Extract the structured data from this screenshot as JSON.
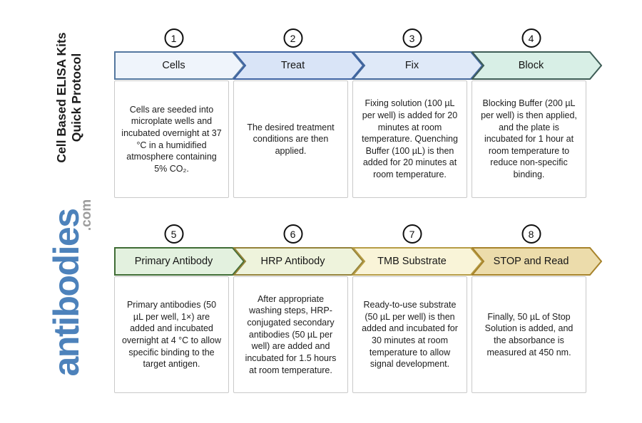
{
  "page": {
    "title_line1": "Cell Based ELISA Kits",
    "title_line2": "Quick Protocol"
  },
  "brand": {
    "name": "antibodies",
    "tld": ".com",
    "name_color": "#4d82bb",
    "tld_color": "#9c9c9c"
  },
  "steps": [
    {
      "number": "1",
      "label": "Cells",
      "description": "Cells are seeded into microplate wells and incubated overnight at 37 °C in a humidified atmosphere containing 5% CO₂.",
      "fill": "#eff4fb",
      "stroke": "#54779f"
    },
    {
      "number": "2",
      "label": "Treat",
      "description": "The desired treatment conditions are then applied.",
      "fill": "#d9e4f7",
      "stroke": "#3e63a2"
    },
    {
      "number": "3",
      "label": "Fix",
      "description": "Fixing solution (100 µL per well) is added for 20 minutes at room temperature. Quenching Buffer (100 µL) is then added for 20 minutes at room temperature.",
      "fill": "#dfe9f8",
      "stroke": "#44689b"
    },
    {
      "number": "4",
      "label": "Block",
      "description": "Blocking Buffer (200 µL per well) is then applied, and the plate is incubated for 1 hour at room temperature to reduce non-specific binding.",
      "fill": "#d8efe6",
      "stroke": "#3d5c55"
    },
    {
      "number": "5",
      "label": "Primary Antibody",
      "description": "Primary antibodies (50 µL per well, 1×) are added and incubated overnight at 4 °C to allow specific binding to the target antigen.",
      "fill": "#e3f1df",
      "stroke": "#3f6c35"
    },
    {
      "number": "6",
      "label": "HRP Antibody",
      "description": "After appropriate washing steps, HRP-conjugated secondary antibodies (50 µL per well) are added and incubated for 1.5 hours at room temperature.",
      "fill": "#eef3dc",
      "stroke": "#93823a"
    },
    {
      "number": "7",
      "label": "TMB Substrate",
      "description": "Ready-to-use substrate (50 µL per well) is then added and incubated for 30 minutes at room temperature to allow signal development.",
      "fill": "#f9f4d8",
      "stroke": "#b69c46"
    },
    {
      "number": "8",
      "label": "STOP and Read",
      "description": "Finally, 50 µL of Stop Solution is added, and the absorbance is measured at 450 nm.",
      "fill": "#ecdcab",
      "stroke": "#a7832b"
    }
  ]
}
